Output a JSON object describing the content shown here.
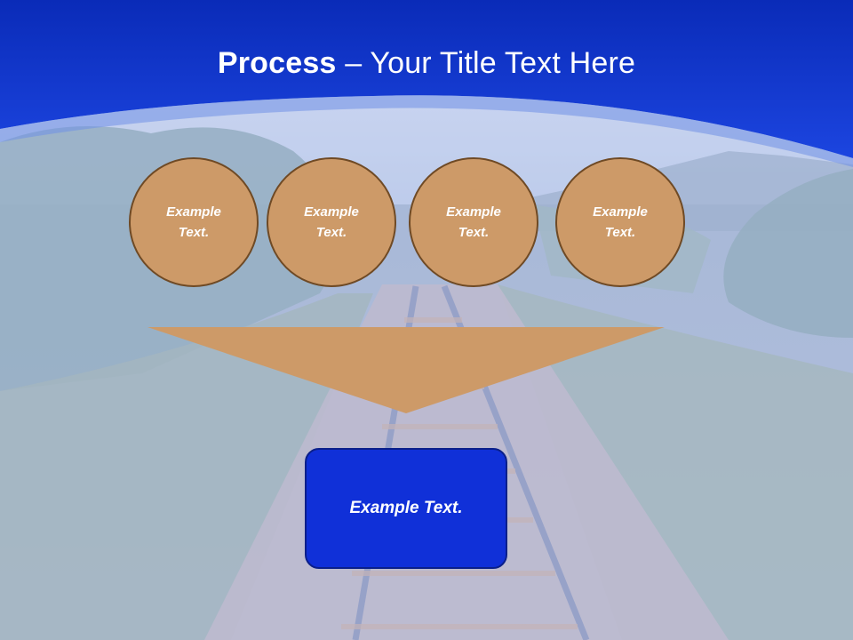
{
  "title": {
    "bold": "Process",
    "rest": " – Your Title Text Here"
  },
  "process_steps": [
    {
      "label": "Example Text."
    },
    {
      "label": "Example Text."
    },
    {
      "label": "Example Text."
    },
    {
      "label": "Example Text."
    }
  ],
  "result": {
    "label": "Example Text."
  },
  "colors": {
    "header_blue": "#1035d0",
    "circle_fill": "#cd9a68",
    "circle_border": "#6f4a25",
    "funnel_fill": "#cd9a68",
    "result_fill": "#1030d8"
  }
}
